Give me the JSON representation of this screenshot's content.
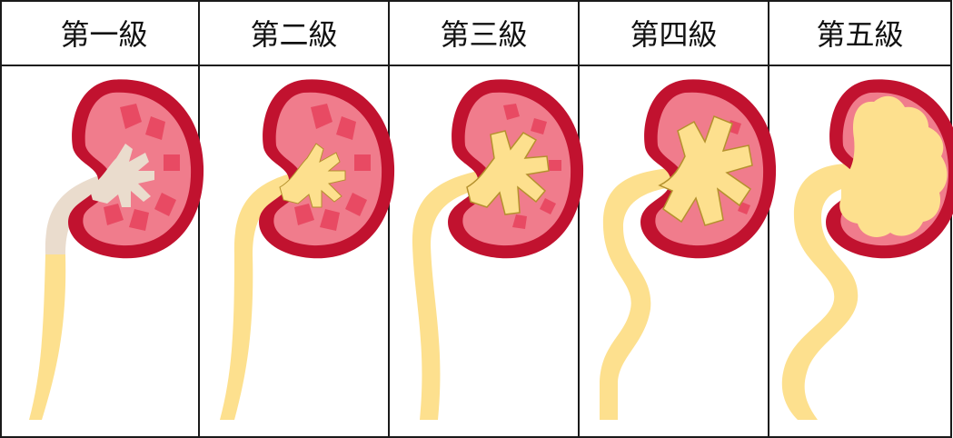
{
  "grades": [
    {
      "label": "第一級"
    },
    {
      "label": "第二級"
    },
    {
      "label": "第三級"
    },
    {
      "label": "第四級"
    },
    {
      "label": "第五級"
    }
  ],
  "colors": {
    "border": "#1a1a1a",
    "kidney_outer": "#c1122f",
    "kidney_cortex": "#f07c8c",
    "kidney_inner": "#f6a2ae",
    "pyramid": "#e84a63",
    "urine": "#fde08e",
    "normal_pelvis": "#eadccd",
    "pelvis_outline": "#b5912e"
  }
}
